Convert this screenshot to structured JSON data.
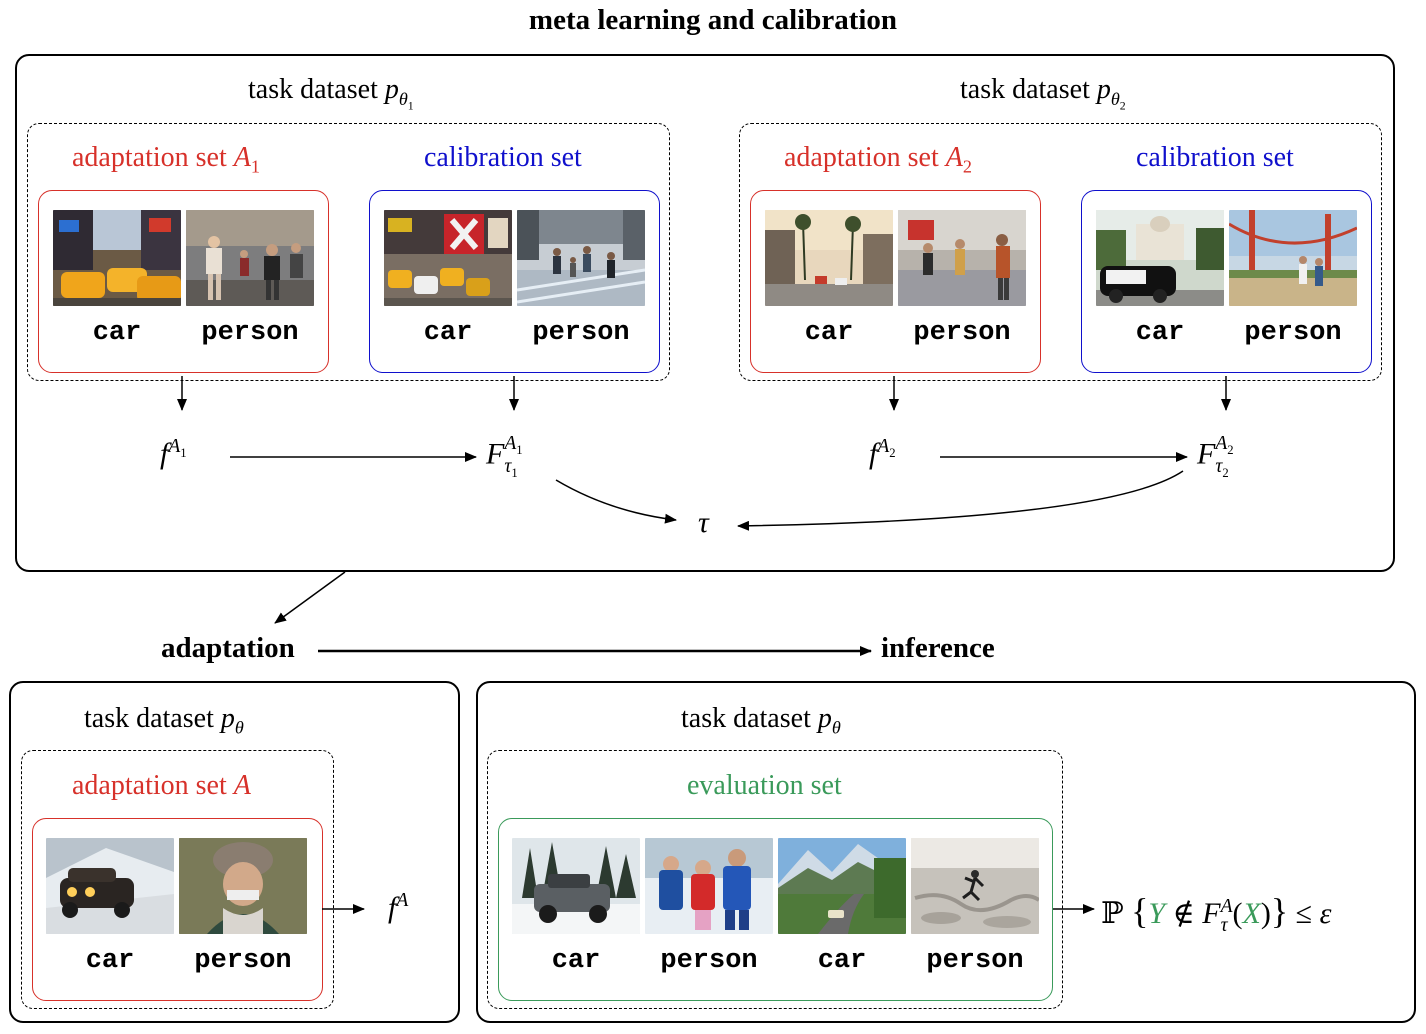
{
  "title": "meta learning and calibration",
  "meta_panel": {
    "task1": {
      "dataset_label": "task dataset ",
      "dataset_symbol": "p",
      "dataset_sub": "θ",
      "dataset_subsub": "1",
      "adaptation_label": "adaptation set ",
      "adaptation_symbol": "A",
      "adaptation_sub": "1",
      "calibration_label": "calibration set",
      "class_1": "car",
      "class_2": "person",
      "model_symbol": "f",
      "model_sup": "A",
      "model_supsub": "1",
      "calib_symbol": "F",
      "calib_sup": "A",
      "calib_supsub": "1",
      "calib_sub": "τ",
      "calib_subsub": "1"
    },
    "task2": {
      "dataset_label": "task dataset ",
      "dataset_symbol": "p",
      "dataset_sub": "θ",
      "dataset_subsub": "2",
      "adaptation_label": "adaptation set ",
      "adaptation_symbol": "A",
      "adaptation_sub": "2",
      "calibration_label": "calibration set",
      "class_1": "car",
      "class_2": "person",
      "model_symbol": "f",
      "model_sup": "A",
      "model_supsub": "2",
      "calib_symbol": "F",
      "calib_sup": "A",
      "calib_supsub": "2",
      "calib_sub": "τ",
      "calib_subsub": "2"
    },
    "tau_symbol": "τ"
  },
  "adaptation_stage": {
    "heading": "adaptation",
    "dataset_label": "task dataset ",
    "dataset_symbol": "p",
    "dataset_sub": "θ",
    "set_label": "adaptation set ",
    "set_symbol": "A",
    "class_1": "car",
    "class_2": "person",
    "model_symbol": "f",
    "model_sup": "A"
  },
  "inference_stage": {
    "heading": "inference",
    "dataset_label": "task dataset ",
    "dataset_symbol": "p",
    "dataset_sub": "θ",
    "set_label": "evaluation set",
    "class_1": "car",
    "class_2": "person",
    "class_3": "car",
    "class_4": "person",
    "formula": {
      "prob": "ℙ",
      "open_brace": "{",
      "y": "Y",
      "notin": " ∉ ",
      "F": "F",
      "F_sup": "A",
      "F_sub": "τ",
      "open_paren": "(",
      "x": "X",
      "close_paren": ")",
      "close_brace": "}",
      "leq": " ≤ ",
      "eps": "ε"
    }
  },
  "colors": {
    "adaptation": "#d7312a",
    "calibration": "#1010cc",
    "evaluation": "#3a9a5a"
  }
}
